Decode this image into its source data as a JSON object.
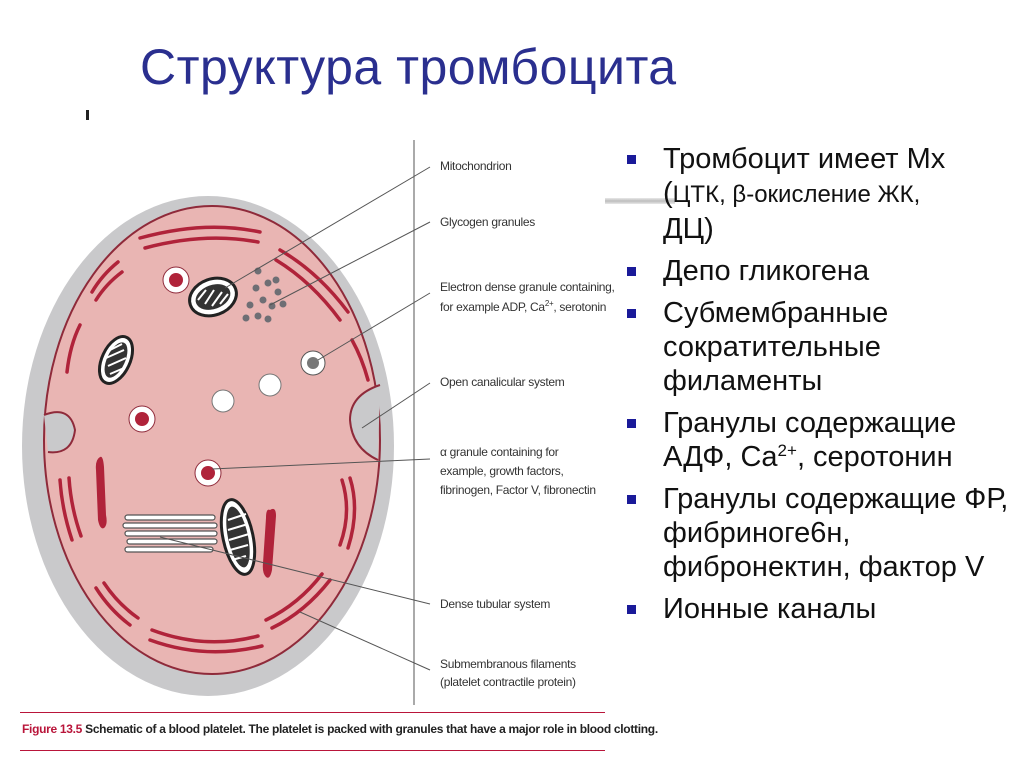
{
  "slide": {
    "title": "Структура тромбоцита"
  },
  "figure": {
    "labels": {
      "mitochondrion": "Mitochondrion",
      "glycogen": "Glycogen granules",
      "dense_granule_1": "Electron dense granule containing,",
      "dense_granule_2a": "for example ADP, Ca",
      "dense_granule_2sup": "2+",
      "dense_granule_2b": ", serotonin",
      "canalicular": "Open canalicular system",
      "alpha_1": "α granule containing for",
      "alpha_2": "example, growth factors,",
      "alpha_3": "fibrinogen, Factor V, fibronectin",
      "dense_tubular": "Dense tubular system",
      "submembranous_1": "Submembranous filaments",
      "submembranous_2": "(platelet contractile protein)"
    },
    "caption_label": "Figure 13.5",
    "caption_text": "Schematic of a blood platelet. The platelet is packed with granules that have a major role in blood clotting.",
    "colors": {
      "cytoplasm": "#e9b5b3",
      "rim": "#c9c9cb",
      "membrane_red": "#b0233a",
      "accent": "#b9153a"
    }
  },
  "bullets": [
    {
      "line1": "Тромбоцит имеет Мх",
      "line2_open": "(",
      "line2_small": "ЦТК, β-окисление ЖК,",
      "line3": "ДЦ)"
    },
    {
      "text": "Депо гликогена"
    },
    {
      "text": "Субмембранные сократительные филаменты"
    },
    {
      "text_a": "Гранулы содержащие АДФ, Ca",
      "sup": "2+",
      "text_b": ", серотонин"
    },
    {
      "text": "Гранулы содержащие ФР, фибриноге6н, фибронектин, фактор V"
    },
    {
      "text": "Ионные каналы"
    }
  ]
}
